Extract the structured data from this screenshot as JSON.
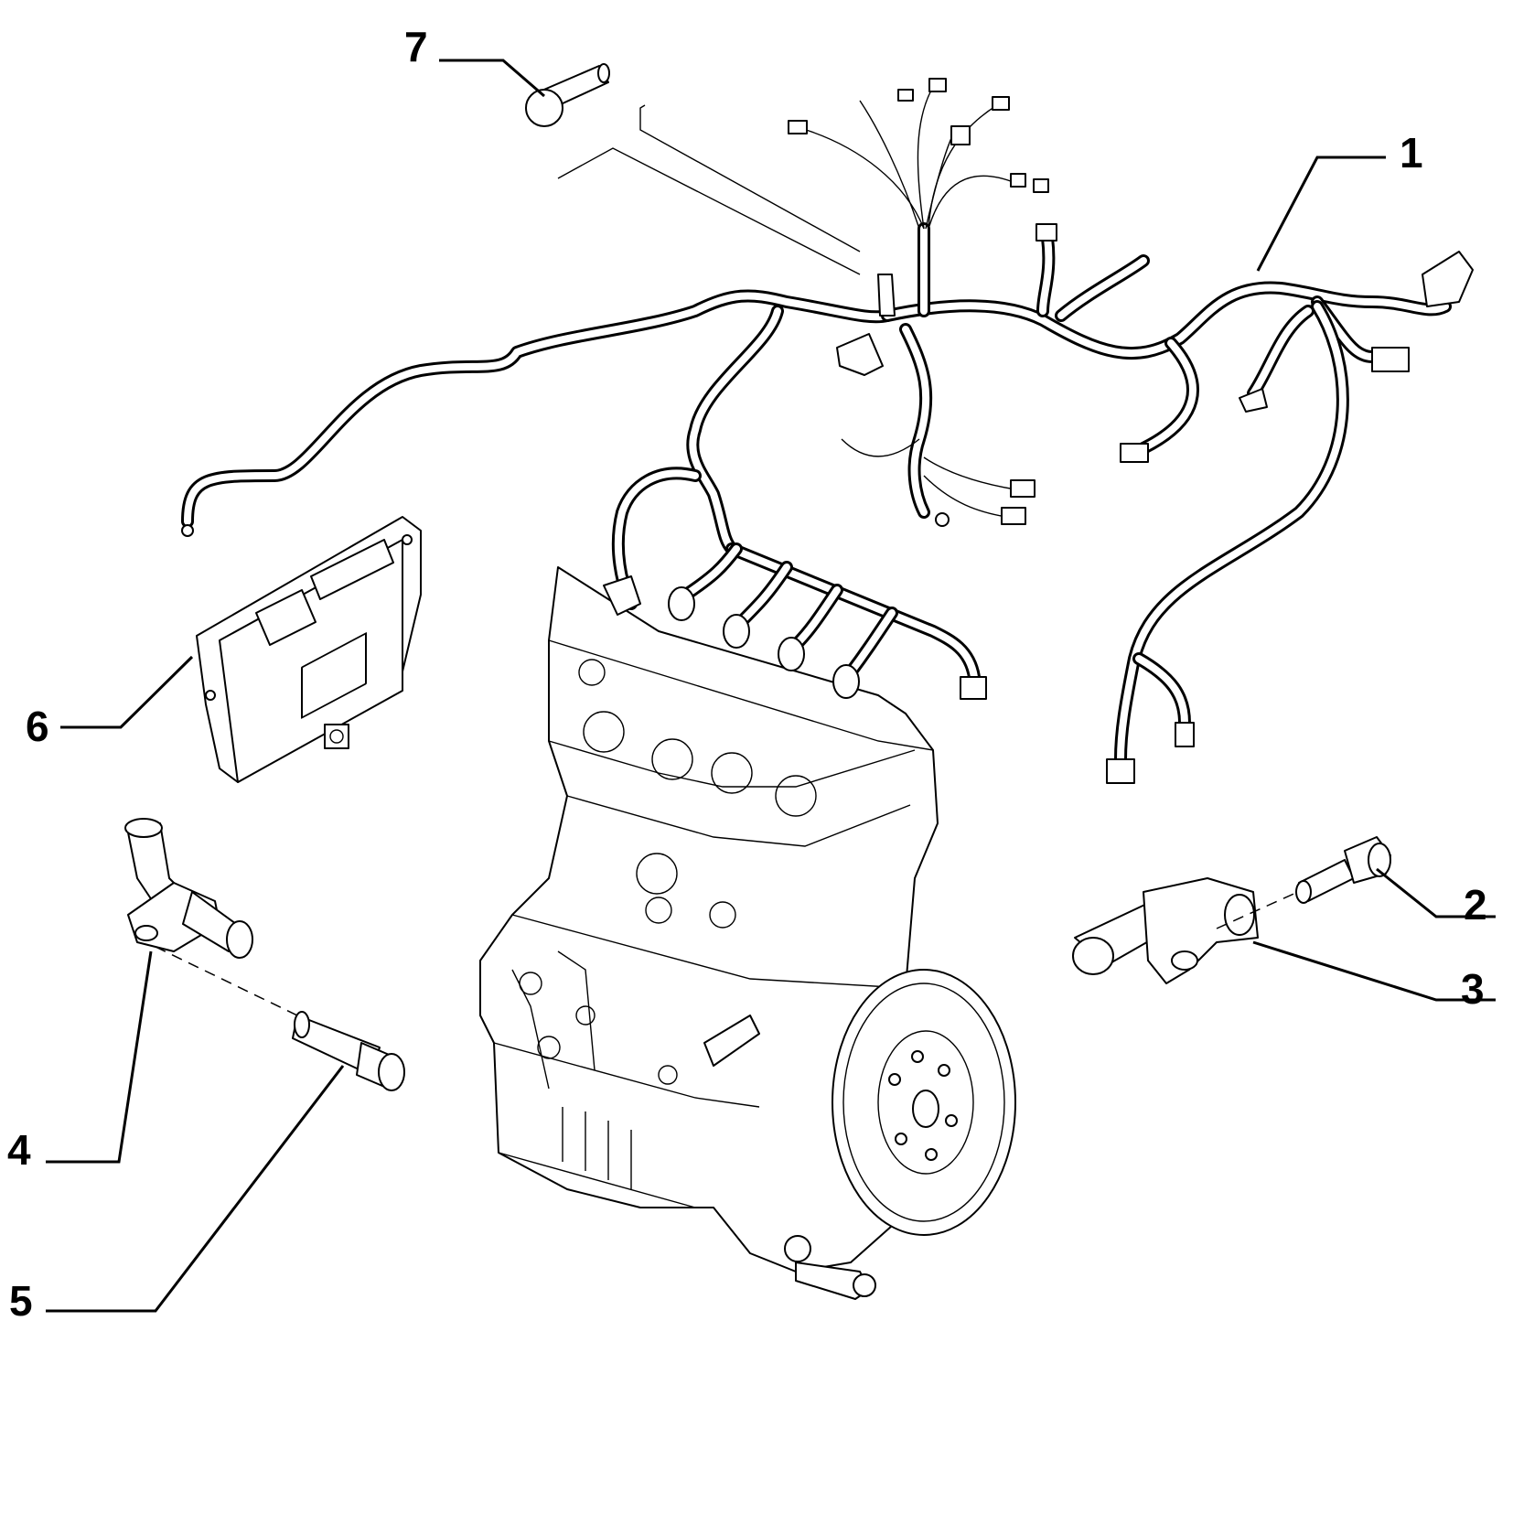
{
  "diagram": {
    "callouts": [
      {
        "number": "1",
        "part": "wiring-harness"
      },
      {
        "number": "2",
        "part": "sensor-bolt"
      },
      {
        "number": "3",
        "part": "rpm-sensor"
      },
      {
        "number": "4",
        "part": "timing-sensor"
      },
      {
        "number": "5",
        "part": "sensor-bolt"
      },
      {
        "number": "6",
        "part": "engine-control-unit"
      },
      {
        "number": "7",
        "part": "bracket-bolt"
      }
    ]
  }
}
